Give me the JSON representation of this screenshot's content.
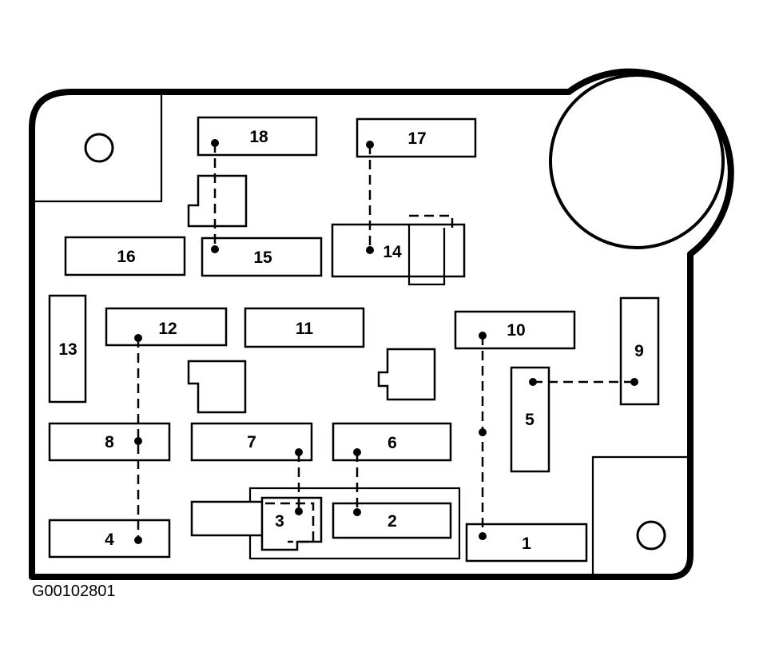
{
  "diagram": {
    "figure_code": "G00102801",
    "fuses": [
      {
        "id": "f1",
        "label": "1"
      },
      {
        "id": "f2",
        "label": "2"
      },
      {
        "id": "f3",
        "label": "3"
      },
      {
        "id": "f4",
        "label": "4"
      },
      {
        "id": "f5",
        "label": "5"
      },
      {
        "id": "f6",
        "label": "6"
      },
      {
        "id": "f7",
        "label": "7"
      },
      {
        "id": "f8",
        "label": "8"
      },
      {
        "id": "f9",
        "label": "9"
      },
      {
        "id": "f10",
        "label": "10"
      },
      {
        "id": "f11",
        "label": "11"
      },
      {
        "id": "f12",
        "label": "12"
      },
      {
        "id": "f13",
        "label": "13"
      },
      {
        "id": "f14",
        "label": "14"
      },
      {
        "id": "f15",
        "label": "15"
      },
      {
        "id": "f16",
        "label": "16"
      },
      {
        "id": "f17",
        "label": "17"
      },
      {
        "id": "f18",
        "label": "18"
      }
    ],
    "jumpers": [
      {
        "from": "18",
        "to": "15"
      },
      {
        "from": "17",
        "to": "14"
      },
      {
        "from": "12",
        "to": "4"
      },
      {
        "from": "10",
        "to": "1"
      },
      {
        "from": "5",
        "to": "9"
      },
      {
        "from": "7",
        "to": "3"
      },
      {
        "from": "6",
        "to": "2"
      }
    ]
  }
}
